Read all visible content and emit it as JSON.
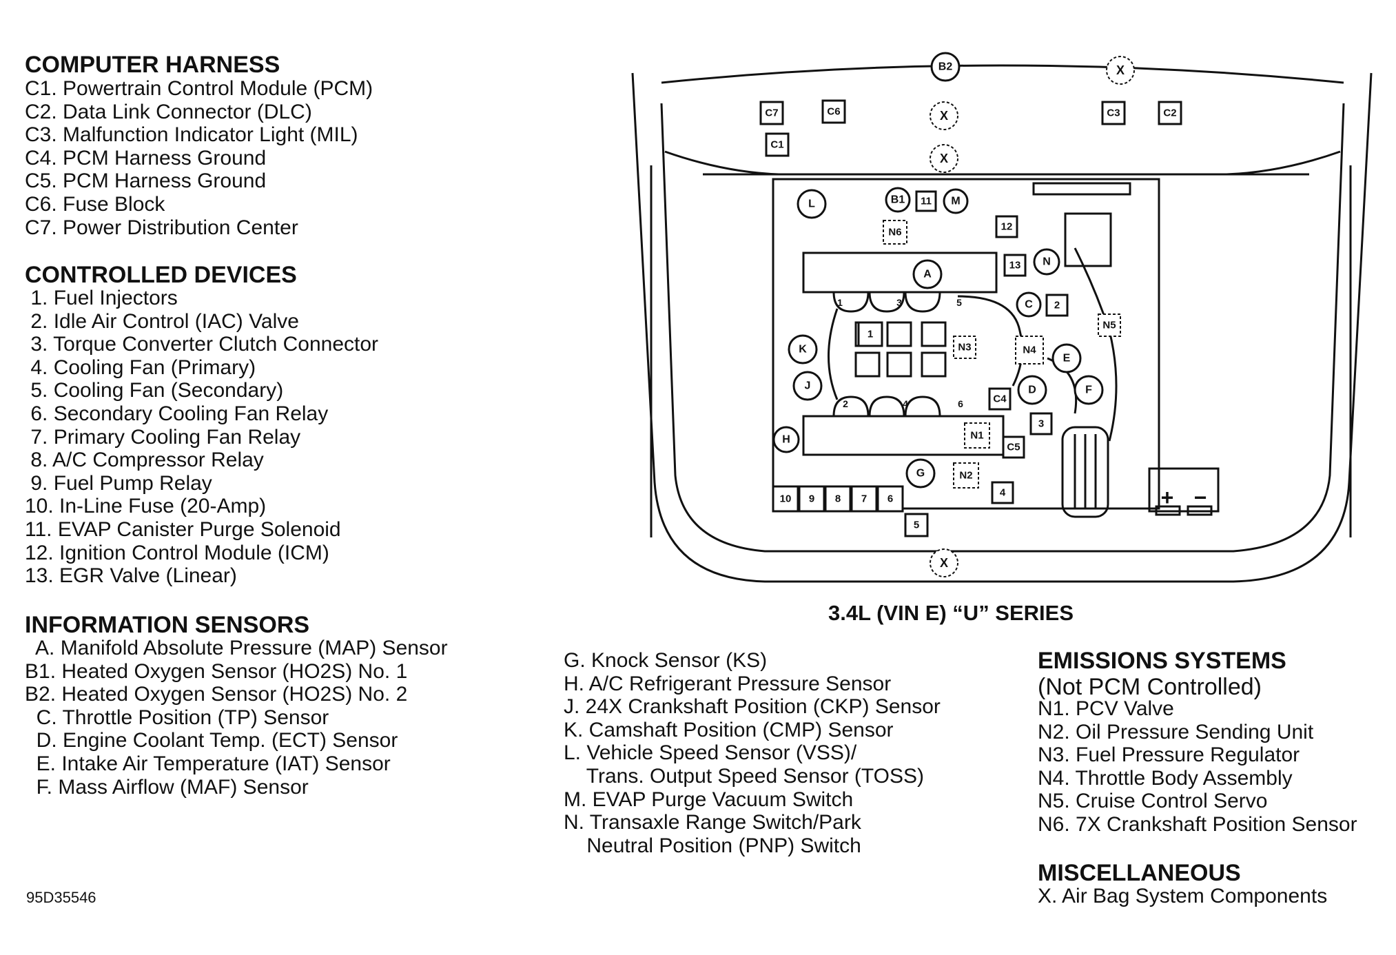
{
  "computer_harness": {
    "title": "COMPUTER HARNESS",
    "items": [
      "C1. Powertrain Control Module (PCM)",
      "C2. Data Link Connector (DLC)",
      "C3. Malfunction Indicator Light (MIL)",
      "C4. PCM Harness Ground",
      "C5. PCM Harness Ground",
      "C6. Fuse Block",
      "C7. Power Distribution Center"
    ]
  },
  "controlled_devices": {
    "title": "CONTROLLED DEVICES",
    "items": [
      " 1. Fuel Injectors",
      " 2. Idle Air Control (IAC) Valve",
      " 3. Torque Converter Clutch Connector",
      " 4. Cooling Fan (Primary)",
      " 5. Cooling Fan (Secondary)",
      " 6. Secondary Cooling Fan Relay",
      " 7. Primary Cooling Fan Relay",
      " 8. A/C Compressor Relay",
      " 9. Fuel Pump Relay",
      "10. In-Line Fuse (20-Amp)",
      "11. EVAP Canister Purge Solenoid",
      "12. Ignition Control Module (ICM)",
      "13. EGR Valve (Linear)"
    ]
  },
  "information_sensors": {
    "title": "INFORMATION SENSORS",
    "items_left": [
      "  A. Manifold Absolute Pressure (MAP) Sensor",
      "B1. Heated Oxygen Sensor (HO2S) No. 1",
      "B2. Heated Oxygen Sensor (HO2S) No. 2",
      "  C. Throttle Position (TP) Sensor",
      "  D. Engine Coolant Temp. (ECT) Sensor",
      "  E. Intake Air Temperature (IAT) Sensor",
      "  F. Mass Airflow (MAF) Sensor"
    ],
    "items_right": [
      "G. Knock Sensor (KS)",
      "H. A/C Refrigerant Pressure Sensor",
      "J. 24X Crankshaft Position (CKP) Sensor",
      "K. Camshaft Position (CMP) Sensor",
      "L. Vehicle Speed Sensor (VSS)/",
      "    Trans. Output Speed Sensor (TOSS)",
      "M. EVAP Purge Vacuum Switch",
      "N. Transaxle Range Switch/Park",
      "    Neutral Position (PNP) Switch"
    ]
  },
  "emissions_systems": {
    "title": "EMISSIONS SYSTEMS",
    "subtitle": "(Not PCM Controlled)",
    "items": [
      "N1. PCV Valve",
      "N2. Oil Pressure Sending Unit",
      "N3. Fuel Pressure Regulator",
      "N4. Throttle Body Assembly",
      "N5. Cruise Control Servo",
      "N6. 7X Crankshaft Position Sensor"
    ]
  },
  "miscellaneous": {
    "title": "MISCELLANEOUS",
    "items": [
      "X. Air Bag System Components"
    ]
  },
  "diagram_caption": "3.4L (VIN E) “U” SERIES",
  "figure_code": "95D35546",
  "diagram_labels": {
    "B2": "B2",
    "X": "X",
    "C7": "C7",
    "C6": "C6",
    "C3": "C3",
    "C2": "C2",
    "C1": "C1",
    "L": "L",
    "B1": "B1",
    "n11": "11",
    "M": "M",
    "N6": "N6",
    "n12": "12",
    "A": "A",
    "n13": "13",
    "N": "N",
    "C": "C",
    "n2": "2",
    "N5": "N5",
    "K": "K",
    "J": "J",
    "n1": "1",
    "N3": "N3",
    "N4": "N4",
    "E": "E",
    "D": "D",
    "F": "F",
    "C4": "C4",
    "n3": "3",
    "H": "H",
    "N1": "N1",
    "C5": "C5",
    "G": "G",
    "N2": "N2",
    "n4": "4",
    "n10": "10",
    "n9": "9",
    "n8": "8",
    "n7": "7",
    "n6": "6",
    "n5": "5",
    "plus": "+",
    "minus": "−",
    "p1": "1",
    "p2": "2",
    "p3": "3",
    "p4": "4",
    "p5": "5",
    "p6": "6"
  }
}
